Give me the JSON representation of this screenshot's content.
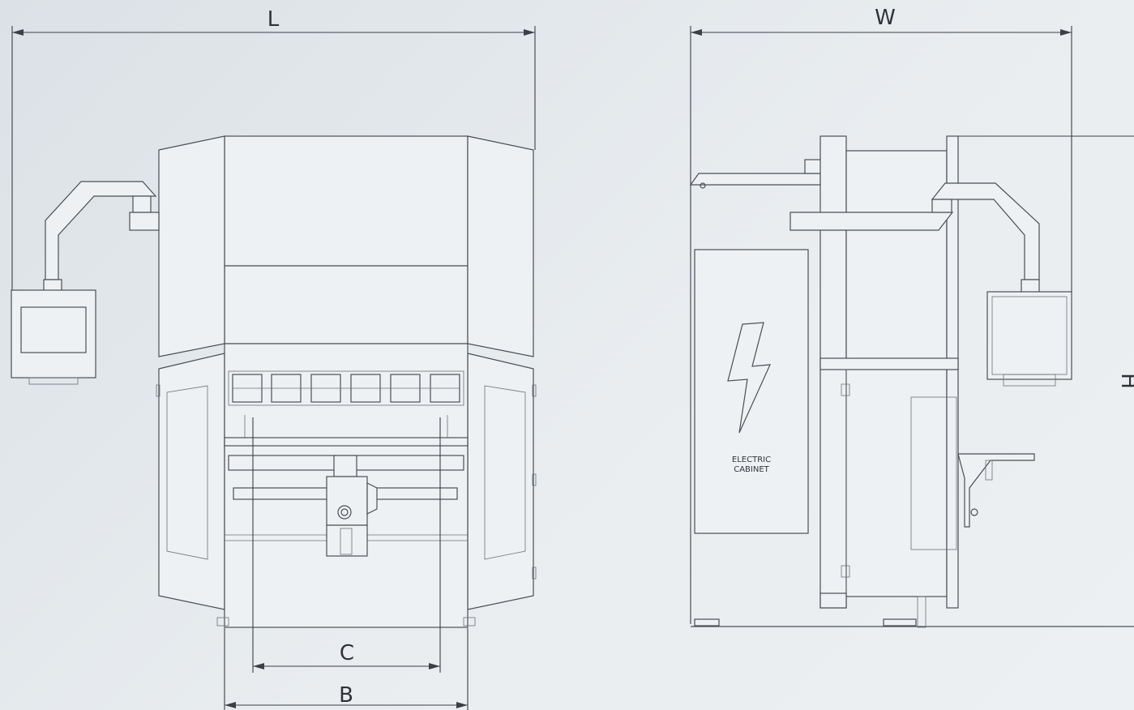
{
  "dimensions": {
    "L": "L",
    "W": "W",
    "H": "H",
    "C": "C",
    "B": "B"
  },
  "cabinet": {
    "line1": "ELECTRIC",
    "line2": "CABINET"
  },
  "colors": {
    "background": "#e4e9ec",
    "line": "#4a4f55",
    "dimension": "#3c4046"
  },
  "icons": {
    "cabinet_symbol": "lightning-bolt-icon"
  }
}
